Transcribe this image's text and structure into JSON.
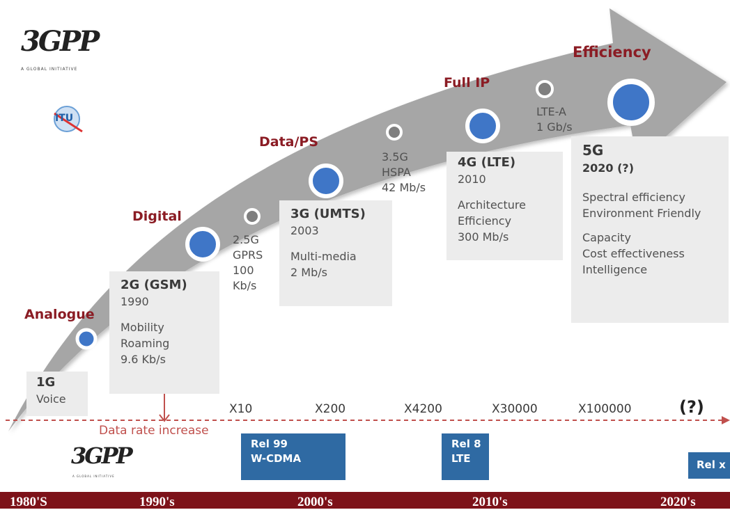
{
  "logos": {
    "top_3gpp": "3GPP",
    "top_3gpp_tagline": "A GLOBAL INITIATIVE",
    "itu": "ITU",
    "bottom_3gpp": "3GPP",
    "bottom_3gpp_tagline": "A GLOBAL INITIATIVE"
  },
  "eras": [
    {
      "label": "Analogue"
    },
    {
      "label": "Digital"
    },
    {
      "label": "Data/PS"
    },
    {
      "label": "Full IP"
    },
    {
      "label": "Efficiency"
    }
  ],
  "generations": {
    "g1": {
      "title": "1G",
      "lines": [
        "Voice"
      ]
    },
    "g2": {
      "title": "2G (GSM)",
      "year": "1990",
      "lines": [
        "Mobility",
        "Roaming",
        "9.6 Kb/s"
      ]
    },
    "g3": {
      "title": "3G (UMTS)",
      "year": "2003",
      "lines": [
        "Multi-media",
        "2 Mb/s"
      ]
    },
    "g4": {
      "title": "4G (LTE)",
      "year": "2010",
      "lines": [
        "Architecture",
        "Efficiency",
        "300 Mb/s"
      ]
    },
    "g5": {
      "title": "5G",
      "year": "2020 (?)",
      "lines": [
        "Spectral efficiency",
        "Environment Friendly",
        "",
        "Capacity",
        "Cost effectiveness",
        "Intelligence"
      ]
    }
  },
  "intermediates": {
    "g25": [
      "2.5G",
      "GPRS",
      "100",
      "Kb/s"
    ],
    "g35": [
      "3.5G",
      "HSPA",
      "42 Mb/s"
    ],
    "lte_a": [
      "LTE-A",
      "1 Gb/s"
    ]
  },
  "multipliers": [
    "X10",
    "X200",
    "X4200",
    "X30000",
    "X100000",
    "(?)"
  ],
  "data_rate_label": "Data rate increase",
  "releases": [
    {
      "line1": "Rel 99",
      "line2": "W-CDMA"
    },
    {
      "line1": "Rel 8",
      "line2": "LTE"
    },
    {
      "line1": "Rel x",
      "line2": ""
    }
  ],
  "decades": [
    "1980'S",
    "1990's",
    "2000's",
    "2010's",
    "2020's"
  ],
  "colors": {
    "arrow": "#a6a6a6",
    "era_text": "#8b1c24",
    "node_blue": "#3f76c7",
    "node_gray": "#7f7f7f",
    "box_bg": "#ececec",
    "release_bg": "#2f6aa3",
    "timeline_bar": "#7d1219",
    "dashed_line": "#c0504d"
  }
}
